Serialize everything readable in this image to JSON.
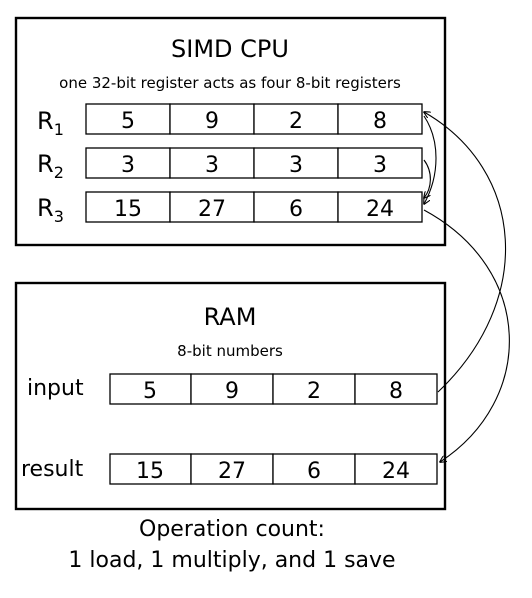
{
  "cpu": {
    "title": "SIMD CPU",
    "subtitle": "one 32-bit register acts as four 8-bit registers",
    "registers": [
      {
        "label": "R",
        "subscript": "1",
        "values": [
          "5",
          "9",
          "2",
          "8"
        ]
      },
      {
        "label": "R",
        "subscript": "2",
        "values": [
          "3",
          "3",
          "3",
          "3"
        ]
      },
      {
        "label": "R",
        "subscript": "3",
        "values": [
          "15",
          "27",
          "6",
          "24"
        ]
      }
    ]
  },
  "ram": {
    "title": "RAM",
    "subtitle": "8-bit numbers",
    "rows": [
      {
        "label": "input",
        "values": [
          "5",
          "9",
          "2",
          "8"
        ]
      },
      {
        "label": "result",
        "values": [
          "15",
          "27",
          "6",
          "24"
        ]
      }
    ]
  },
  "footer": {
    "line1": "Operation count:",
    "line2": "1 load, 1 multiply, and 1 save"
  }
}
